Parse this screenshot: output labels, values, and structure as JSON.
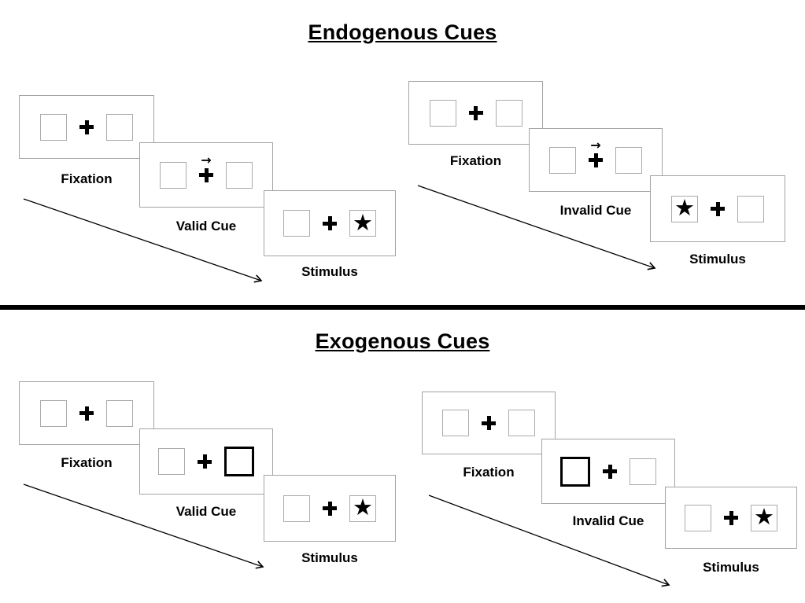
{
  "glyphs": {
    "star": "★",
    "cue_arrow": "→"
  },
  "endogenous": {
    "title": "Endogenous Cues",
    "valid": {
      "fixation_label": "Fixation",
      "cue_label": "Valid Cue",
      "stimulus_label": "Stimulus",
      "cue_type": "central arrow pointing right",
      "target_side": "right"
    },
    "invalid": {
      "fixation_label": "Fixation",
      "cue_label": "Invalid Cue",
      "stimulus_label": "Stimulus",
      "cue_type": "central arrow pointing right",
      "target_side": "left"
    }
  },
  "exogenous": {
    "title": "Exogenous Cues",
    "valid": {
      "fixation_label": "Fixation",
      "cue_label": "Valid Cue",
      "stimulus_label": "Stimulus",
      "cue_type": "bold peripheral box right",
      "target_side": "right"
    },
    "invalid": {
      "fixation_label": "Fixation",
      "cue_label": "Invalid Cue",
      "stimulus_label": "Stimulus",
      "cue_type": "bold peripheral box left",
      "target_side": "right"
    }
  }
}
